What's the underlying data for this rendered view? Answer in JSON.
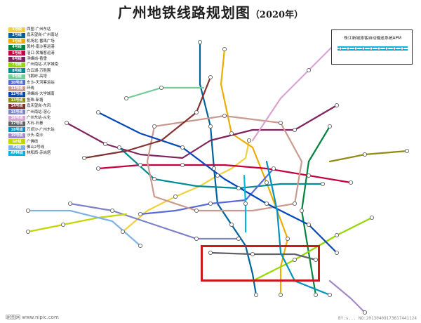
{
  "map": {
    "title": "广州地铁线路规划图",
    "year": "（2020年）"
  },
  "legend": [
    {
      "line": "1号线",
      "route": "西塱-广州东站",
      "color": "#f3d03e"
    },
    {
      "line": "2号线",
      "route": "嘉禾望岗-广州南站",
      "color": "#00629b"
    },
    {
      "line": "3号线",
      "route": "机场北-番禺广场",
      "color": "#ecac00"
    },
    {
      "line": "4号线",
      "route": "黄村-南沙客运港",
      "color": "#00843d"
    },
    {
      "line": "5号线",
      "route": "滘口-黄埔客运港",
      "color": "#c5003e"
    },
    {
      "line": "6号线",
      "route": "浔峰岗-香雪",
      "color": "#80225f"
    },
    {
      "line": "7号线",
      "route": "广州南站-大学城南",
      "color": "#97d700"
    },
    {
      "line": "8号线",
      "route": "白云湖-万胜围",
      "color": "#008c95"
    },
    {
      "line": "9号线",
      "route": "飞鹅岭-高增",
      "color": "#71cc98"
    },
    {
      "line": "10号线",
      "route": "东沙-天河客运站",
      "color": "#5b6bd6"
    },
    {
      "line": "11号线",
      "route": "环线",
      "color": "#ca9a8e"
    },
    {
      "line": "12号线",
      "route": "浔峰岗-大学城南",
      "color": "#0047bb"
    },
    {
      "line": "13号线",
      "route": "鱼珠-新塘",
      "color": "#8e8c13"
    },
    {
      "line": "14号线",
      "route": "嘉禾望岗-东风",
      "color": "#81312f"
    },
    {
      "line": "15号线",
      "route": "广州南站-滘心",
      "color": "#7e82c9"
    },
    {
      "line": "16号线",
      "route": "广州东站-从化",
      "color": "#d8a3d0"
    },
    {
      "line": "17号线",
      "route": "大石-石碁",
      "color": "#5f6368"
    },
    {
      "line": "18号线",
      "route": "万顷沙-广州东站",
      "color": "#0092bc"
    },
    {
      "line": "19号线",
      "route": "沙头-南沙",
      "color": "#a38ac7"
    },
    {
      "line": "GF线",
      "route": "广佛线",
      "color": "#c4d600"
    },
    {
      "line": "F2线",
      "route": "佛山2号线",
      "color": "#7fb2e5"
    },
    {
      "line": "APM线",
      "route": "林和西-赤岗塔",
      "color": "#00b5e2"
    }
  ],
  "apm_inset": {
    "title": "珠江新城旅客自动输送系统APM",
    "color": "#00b5e2"
  },
  "footer": {
    "left_watermark": "昵图网 www.nipic.com",
    "right_id": "BY:s... NO:20130409173617441124"
  }
}
